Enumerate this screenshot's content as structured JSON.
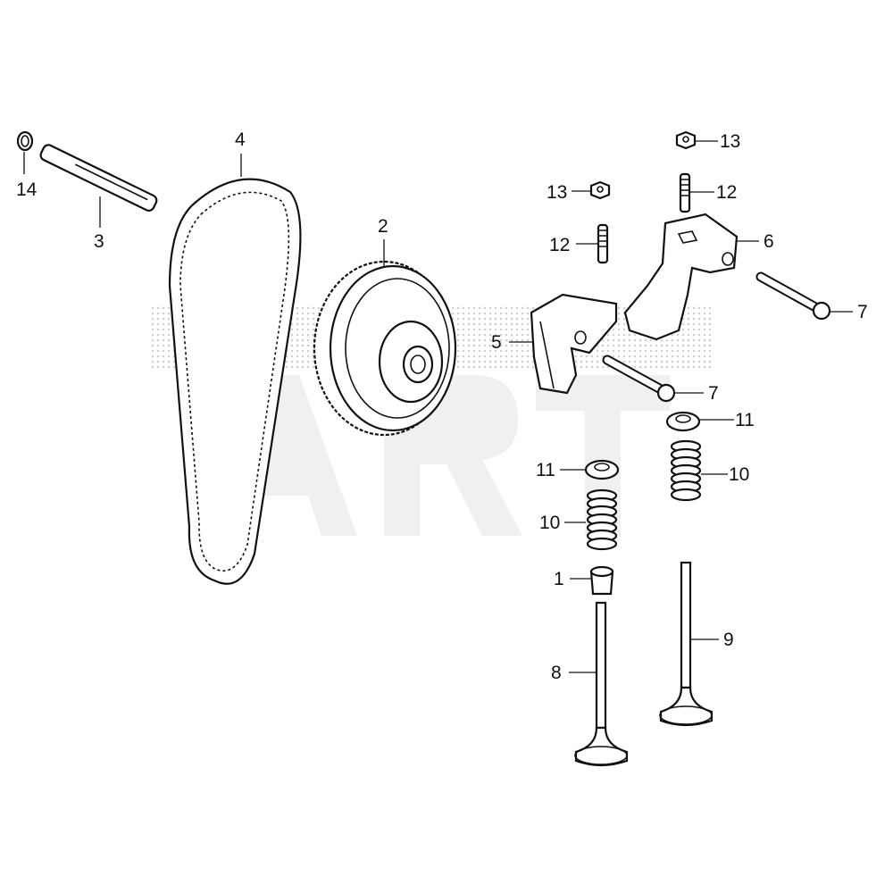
{
  "diagram": {
    "watermark": "ART",
    "background": "#ffffff",
    "line_color": "#111111",
    "callouts": [
      {
        "id": "14",
        "part": "o-ring"
      },
      {
        "id": "3",
        "part": "shaft"
      },
      {
        "id": "4",
        "part": "timing-belt"
      },
      {
        "id": "2",
        "part": "camshaft-pulley"
      },
      {
        "id": "13",
        "part": "nut-left"
      },
      {
        "id": "13",
        "part": "nut-right"
      },
      {
        "id": "12",
        "part": "adjusting-screw-left"
      },
      {
        "id": "12",
        "part": "adjusting-screw-right"
      },
      {
        "id": "6",
        "part": "rocker-arm-right"
      },
      {
        "id": "7",
        "part": "rocker-shaft-right"
      },
      {
        "id": "5",
        "part": "rocker-arm-left"
      },
      {
        "id": "7",
        "part": "rocker-shaft-left"
      },
      {
        "id": "11",
        "part": "spring-retainer-right"
      },
      {
        "id": "10",
        "part": "valve-spring-right"
      },
      {
        "id": "11",
        "part": "spring-retainer-left"
      },
      {
        "id": "10",
        "part": "valve-spring-left"
      },
      {
        "id": "1",
        "part": "valve-stem-seal"
      },
      {
        "id": "9",
        "part": "exhaust-valve"
      },
      {
        "id": "8",
        "part": "intake-valve"
      }
    ]
  }
}
